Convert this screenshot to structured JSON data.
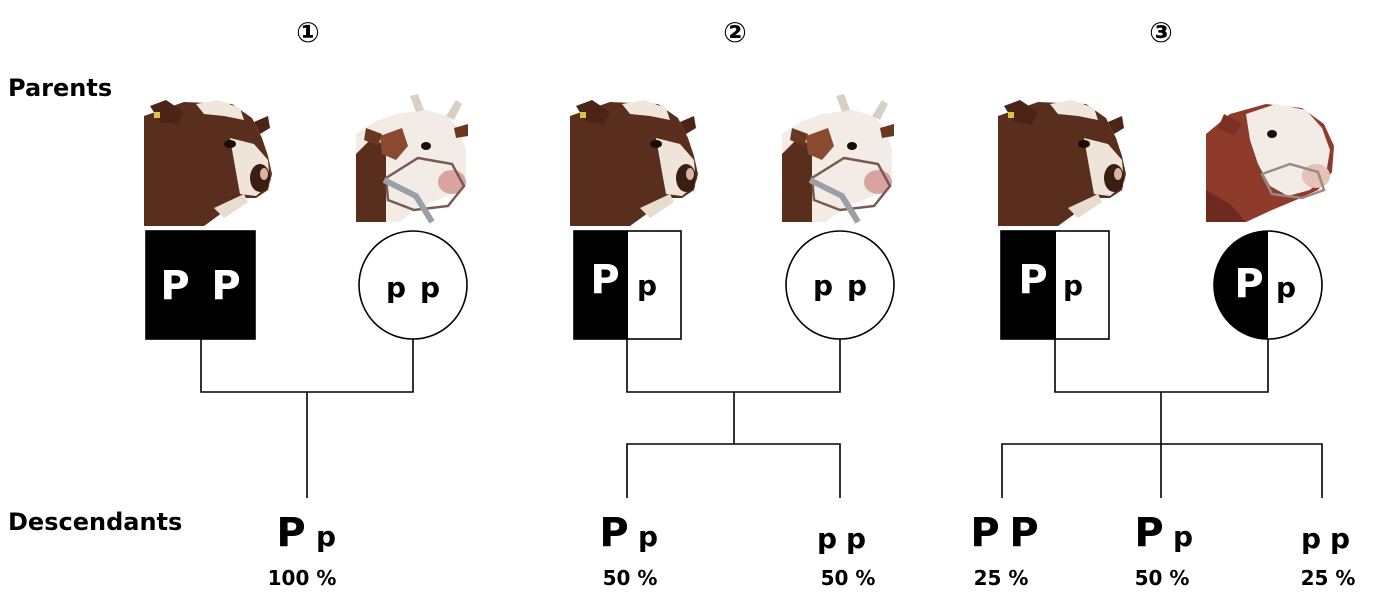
{
  "labels": {
    "parents": "Parents",
    "descendants": "Descendants"
  },
  "crosses": [
    {
      "number": "①",
      "parents": [
        {
          "shape": "square",
          "genotype": [
            "P",
            "P"
          ],
          "fill": "full-black",
          "photo": "red-spotted-cow-head-photo"
        },
        {
          "shape": "circle",
          "genotype": [
            "p",
            "p"
          ],
          "fill": "white",
          "photo": "white-blaze-cow-head-photo"
        }
      ],
      "descendants": [
        {
          "genotype": [
            "P",
            "p"
          ],
          "percent": "100 %"
        }
      ]
    },
    {
      "number": "②",
      "parents": [
        {
          "shape": "square",
          "genotype": [
            "P",
            "p"
          ],
          "fill": "half-black",
          "photo": "red-spotted-cow-head-photo"
        },
        {
          "shape": "circle",
          "genotype": [
            "p",
            "p"
          ],
          "fill": "white",
          "photo": "white-blaze-cow-head-photo"
        }
      ],
      "descendants": [
        {
          "genotype": [
            "P",
            "p"
          ],
          "percent": "50 %"
        },
        {
          "genotype": [
            "p",
            "p"
          ],
          "percent": "50 %"
        }
      ]
    },
    {
      "number": "③",
      "parents": [
        {
          "shape": "square",
          "genotype": [
            "P",
            "p"
          ],
          "fill": "half-black",
          "photo": "red-spotted-cow-head-photo"
        },
        {
          "shape": "circle",
          "genotype": [
            "P",
            "p"
          ],
          "fill": "half-black",
          "photo": "white-faced-cow-head-photo"
        }
      ],
      "descendants": [
        {
          "genotype": [
            "P",
            "P"
          ],
          "percent": "25 %"
        },
        {
          "genotype": [
            "P",
            "p"
          ],
          "percent": "50 %"
        },
        {
          "genotype": [
            "p",
            "p"
          ],
          "percent": "25 %"
        }
      ]
    }
  ],
  "colors": {
    "cow_brown": "#5a2e1c",
    "cow_red": "#8e3b2c",
    "cow_white": "#f3ece6",
    "muzzle_pink": "#d9a3a0",
    "ink": "#000000"
  }
}
